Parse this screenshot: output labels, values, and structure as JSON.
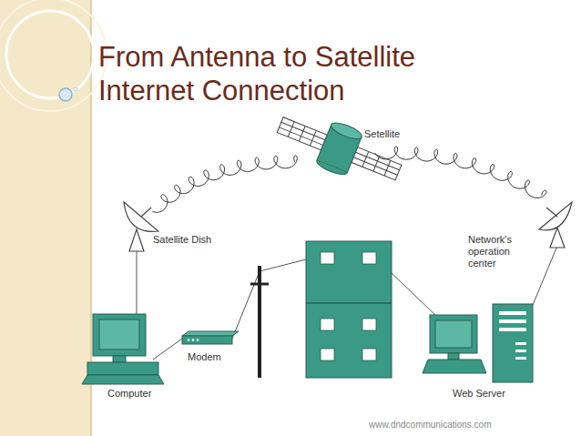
{
  "diagram": {
    "title": "From Antenna to Satellite Internet Connection",
    "labels": [
      "Setellite",
      "Satellite Dish",
      "Network's operation center",
      "Modem",
      "Computer",
      "Web Server",
      "www.dndcommunications.com"
    ]
  }
}
